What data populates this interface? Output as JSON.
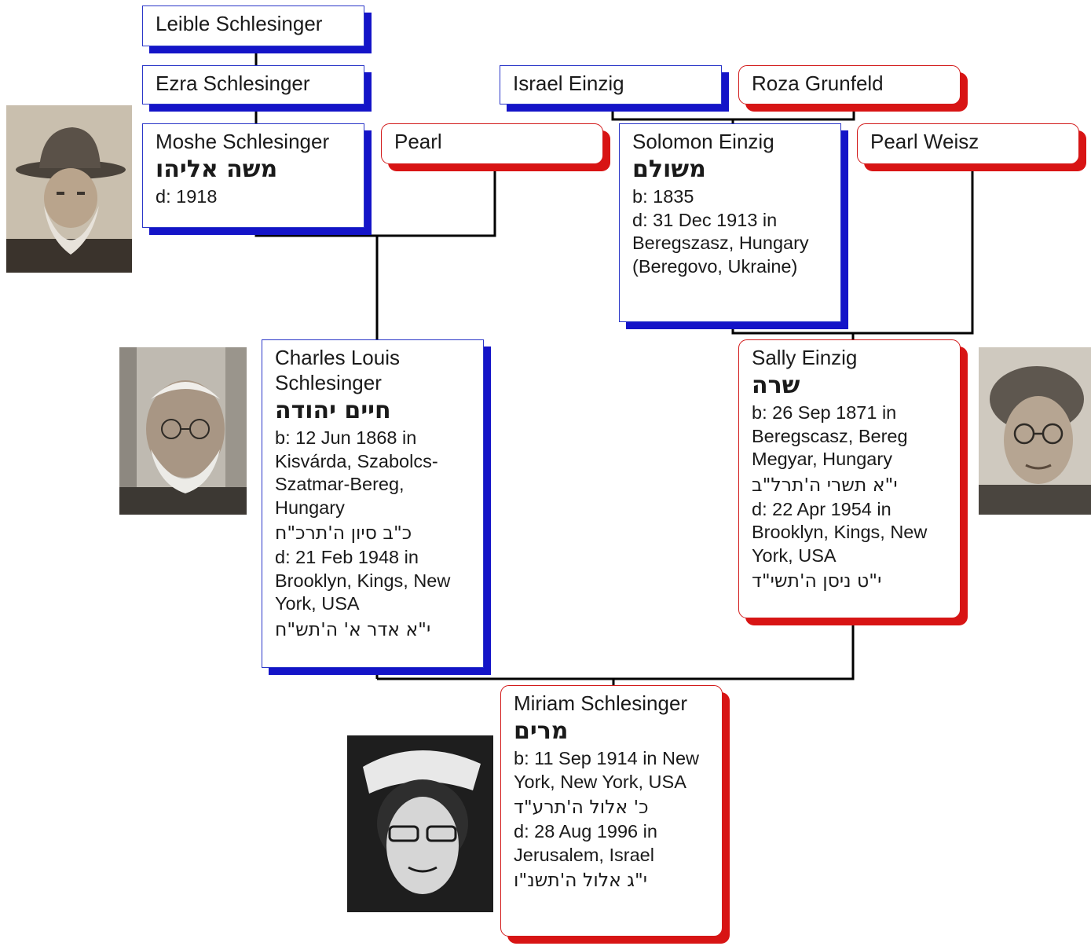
{
  "people": {
    "leible": {
      "name": "Leible Schlesinger"
    },
    "ezra": {
      "name": "Ezra Schlesinger"
    },
    "israel": {
      "name": "Israel Einzig"
    },
    "roza": {
      "name": "Roza Grunfeld"
    },
    "moshe": {
      "name": "Moshe Schlesinger",
      "hebrew": "משה אליהו",
      "death": "d: 1918"
    },
    "pearl": {
      "name": "Pearl"
    },
    "solomon": {
      "name": "Solomon Einzig",
      "hebrew": "משולם",
      "birth": "b: 1835",
      "death": "d: 31 Dec 1913 in Beregszasz, Hungary (Beregovo, Ukraine)"
    },
    "pearl_weisz": {
      "name": "Pearl Weisz"
    },
    "charles": {
      "name": "Charles Louis Schlesinger",
      "hebrew": "חיים יהודה",
      "birth": "b: 12 Jun 1868 in Kisvárda, Szabolcs-Szatmar-Bereg, Hungary",
      "birth_hebrew": "כ\"ב סיון ה'תרכ\"ח",
      "death": "d: 21 Feb 1948 in Brooklyn, Kings, New York, USA",
      "death_hebrew": "י\"א אדר א' ה'תש\"ח"
    },
    "sally": {
      "name": "Sally Einzig",
      "hebrew": "שרה",
      "birth": "b: 26 Sep 1871 in Beregscasz, Bereg Megyar, Hungary",
      "birth_hebrew": "י\"א תשרי ה'תרל\"ב",
      "death": "d: 22 Apr 1954 in Brooklyn, Kings, New York, USA",
      "death_hebrew": "י\"ט ניסן ה'תשי\"ד"
    },
    "miriam": {
      "name": "Miriam Schlesinger",
      "hebrew": "מרים",
      "birth": "b: 11 Sep 1914 in New York, New York, USA",
      "birth_hebrew": "כ' אלול ה'תרע\"ד",
      "death": "d: 28 Aug 1996 in Jerusalem, Israel",
      "death_hebrew": "י\"ג אלול ה'תשנ\"ו"
    }
  },
  "colors": {
    "male": "#1414c8",
    "female": "#d81414",
    "line": "#000000"
  }
}
